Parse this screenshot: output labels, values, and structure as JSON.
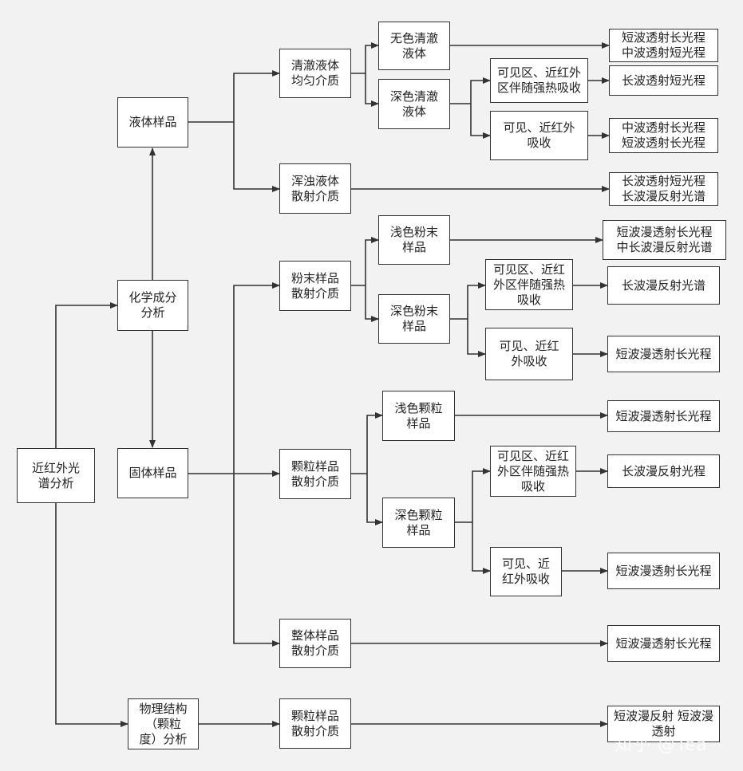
{
  "nodes": {
    "root": "近红外光谱分析",
    "chem": "化学成分分析",
    "phys": "物理结构（颗粒度）分析",
    "liquid": "液体样品",
    "solid": "固体样品",
    "clear_liquid": "清澈液体均匀介质",
    "turbid_liquid": "浑浊液体散射介质",
    "colorless_clear": "无色清澈液体",
    "dark_clear": "深色清澈液体",
    "liq_vis_nir_strong": "可见区、近红外区伴随强热吸收",
    "liq_vis_nir": "可见、近红外吸收",
    "powder": "粉末样品散射介质",
    "light_powder": "浅色粉末样品",
    "dark_powder": "深色粉末样品",
    "pow_vis_nir_strong": "可见区、近红外区伴随强热吸收",
    "pow_vis_nir": "可见、近红外吸收",
    "granule": "颗粒样品散射介质",
    "light_granule": "浅色颗粒样品",
    "dark_granule": "深色颗粒样品",
    "gra_vis_nir_strong": "可见区、近红外区伴随强热吸收",
    "gra_vis_nir": "可见、近红外吸收",
    "bulk": "整体样品散射介质",
    "phys_granule": "颗粒样品散射介质"
  },
  "results": {
    "r1": "短波透射长光程\n中波透射短光程",
    "r2": "长波透射短光程",
    "r3": "中波透射长光程\n短波透射长光程",
    "r4": "长波透射短光程\n长波漫反射光谱",
    "r5": "短波漫透射长光程\n中长波漫反射光谱",
    "r6": "长波漫反射光谱",
    "r7": "短波漫透射长光程",
    "r8": "短波漫透射长光程",
    "r9": "长波漫反射光程",
    "r10": "短波漫透射长光程",
    "r11": "短波漫透射长光程",
    "r12": "短波漫反射 短波漫透射"
  },
  "watermark": "知乎 @Tea",
  "colors": {
    "line": "#333333",
    "background": "#f2f2f2",
    "box": "#ffffff"
  }
}
